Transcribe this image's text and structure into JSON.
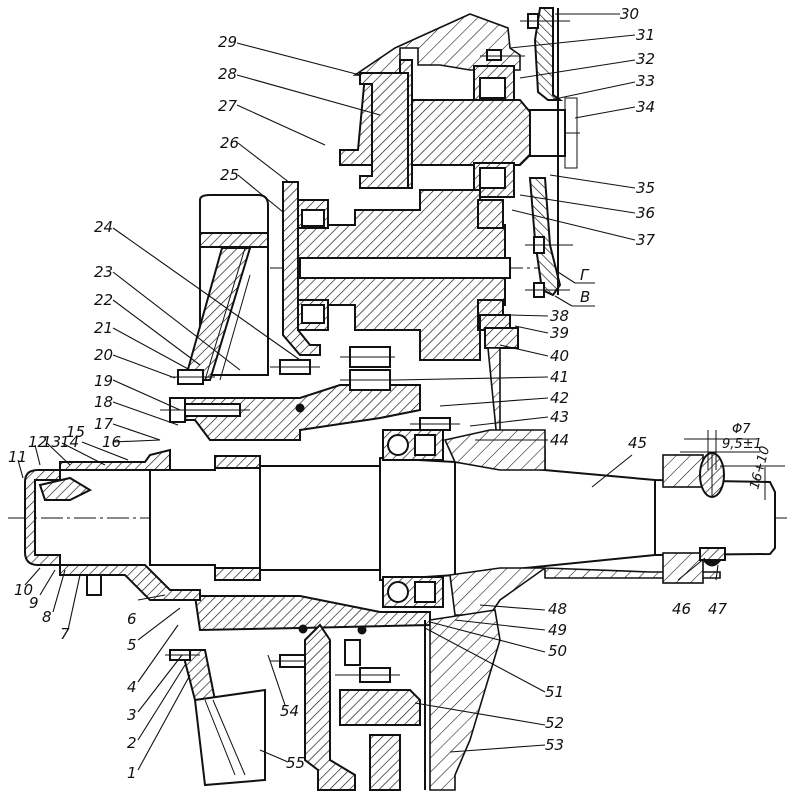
{
  "figure": {
    "type": "mechanical-cross-section",
    "subject": "gear reduction drive assembly with output shaft",
    "part_labels": [
      {
        "n": "1"
      },
      {
        "n": "2"
      },
      {
        "n": "3"
      },
      {
        "n": "4"
      },
      {
        "n": "5"
      },
      {
        "n": "6"
      },
      {
        "n": "7"
      },
      {
        "n": "8"
      },
      {
        "n": "9"
      },
      {
        "n": "10"
      },
      {
        "n": "11"
      },
      {
        "n": "12"
      },
      {
        "n": "13"
      },
      {
        "n": "14"
      },
      {
        "n": "15"
      },
      {
        "n": "16"
      },
      {
        "n": "17"
      },
      {
        "n": "18"
      },
      {
        "n": "19"
      },
      {
        "n": "20"
      },
      {
        "n": "21"
      },
      {
        "n": "22"
      },
      {
        "n": "23"
      },
      {
        "n": "24"
      },
      {
        "n": "25"
      },
      {
        "n": "26"
      },
      {
        "n": "27"
      },
      {
        "n": "28"
      },
      {
        "n": "29"
      },
      {
        "n": "30"
      },
      {
        "n": "31"
      },
      {
        "n": "32"
      },
      {
        "n": "33"
      },
      {
        "n": "34"
      },
      {
        "n": "35"
      },
      {
        "n": "36"
      },
      {
        "n": "37"
      },
      {
        "n": "38"
      },
      {
        "n": "39"
      },
      {
        "n": "40"
      },
      {
        "n": "41"
      },
      {
        "n": "42"
      },
      {
        "n": "43"
      },
      {
        "n": "44"
      },
      {
        "n": "45"
      },
      {
        "n": "46"
      },
      {
        "n": "47"
      },
      {
        "n": "48"
      },
      {
        "n": "49"
      },
      {
        "n": "50"
      },
      {
        "n": "51"
      },
      {
        "n": "52"
      },
      {
        "n": "53"
      },
      {
        "n": "54"
      },
      {
        "n": "55"
      }
    ],
    "view_labels": {
      "g": "Г",
      "v": "В"
    },
    "dimensions": {
      "diameter": "Φ7",
      "depth": "9,5±1",
      "height": "16+10"
    }
  }
}
